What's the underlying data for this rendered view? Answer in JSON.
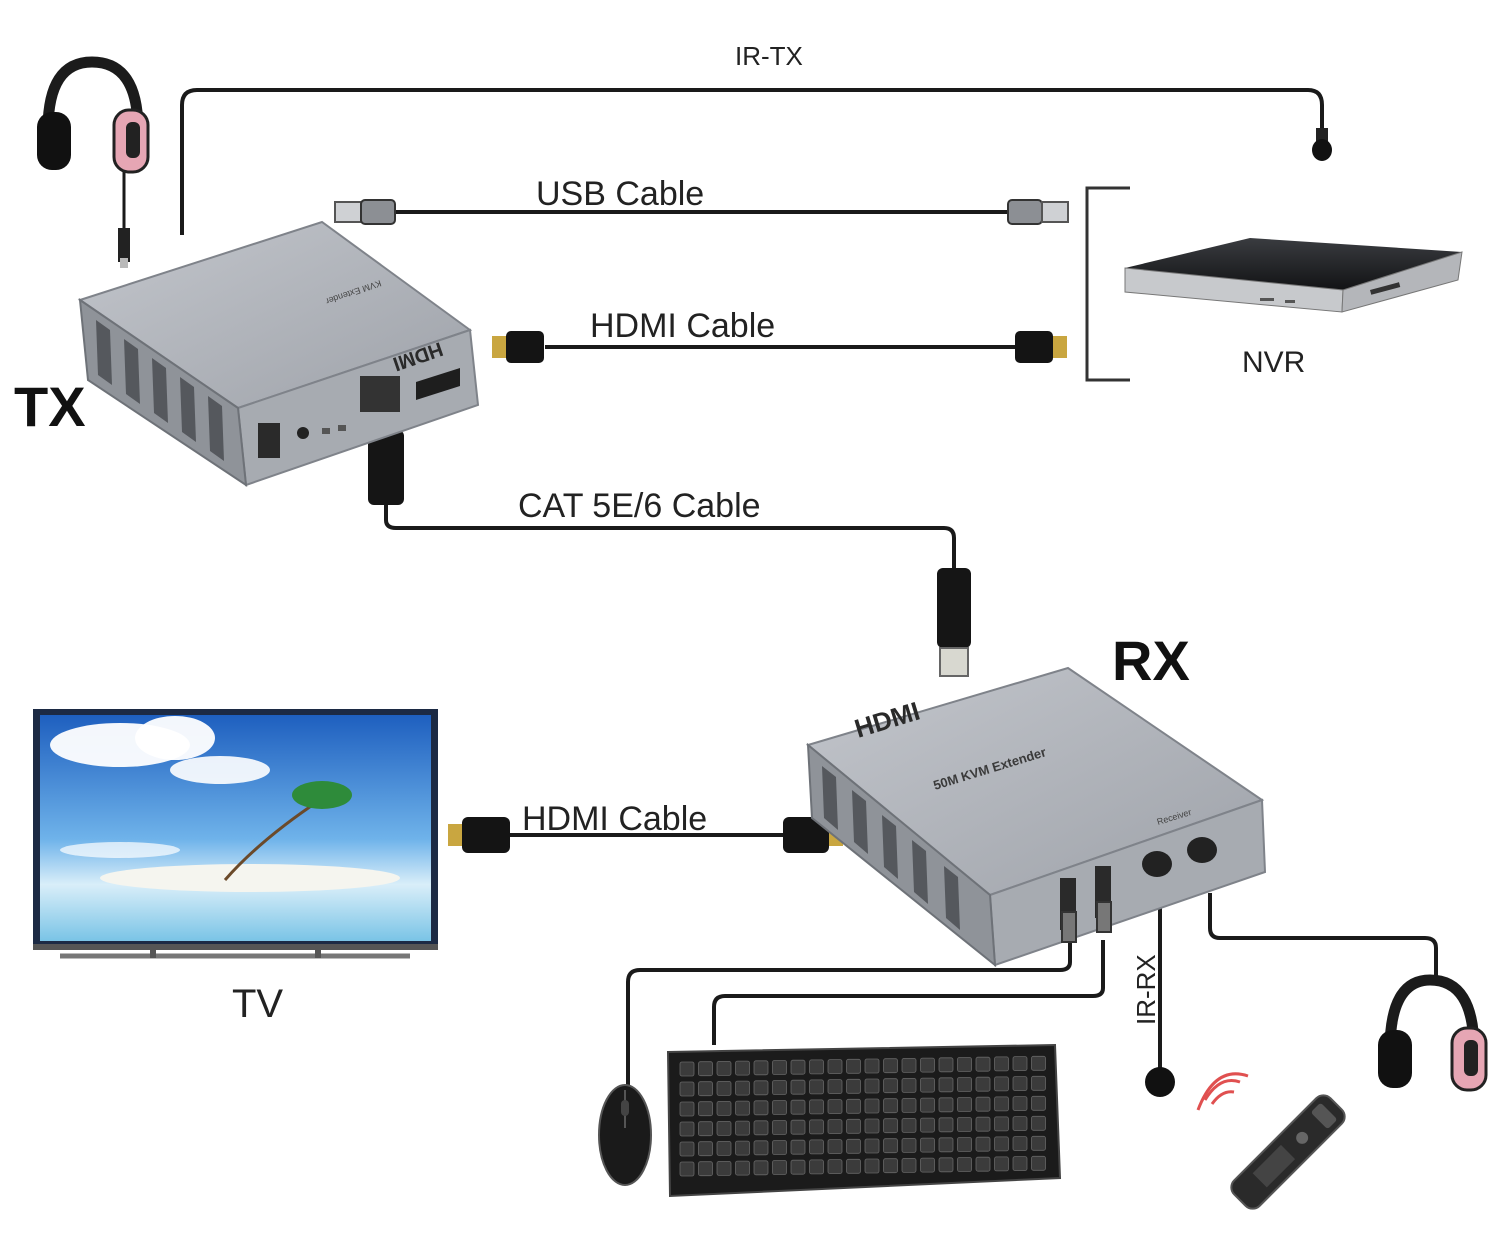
{
  "labels": {
    "ir_tx": "IR-TX",
    "usb_cable": "USB Cable",
    "hdmi_cable_top": "HDMI Cable",
    "nvr": "NVR",
    "tx": "TX",
    "cat_cable": "CAT 5E/6 Cable",
    "rx": "RX",
    "hdmi_cable_bottom": "HDMI Cable",
    "tv": "TV",
    "ir_rx": "IR-RX"
  },
  "icons": {
    "tx_headphones": "headphones-icon",
    "rx_headphones": "headphones-icon",
    "nvr_device": "nvr-recorder-icon",
    "tx_box": "kvm-extender-transmitter",
    "rx_box": "kvm-extender-receiver",
    "tv": "television-icon",
    "mouse": "mouse-icon",
    "keyboard": "keyboard-icon",
    "remote": "remote-control-icon"
  },
  "colors": {
    "cable": "#1a1a1a",
    "device_body": "#a9acb2",
    "tv_frame": "#1c2a44",
    "headphone_accent": "#e7a8b6"
  }
}
